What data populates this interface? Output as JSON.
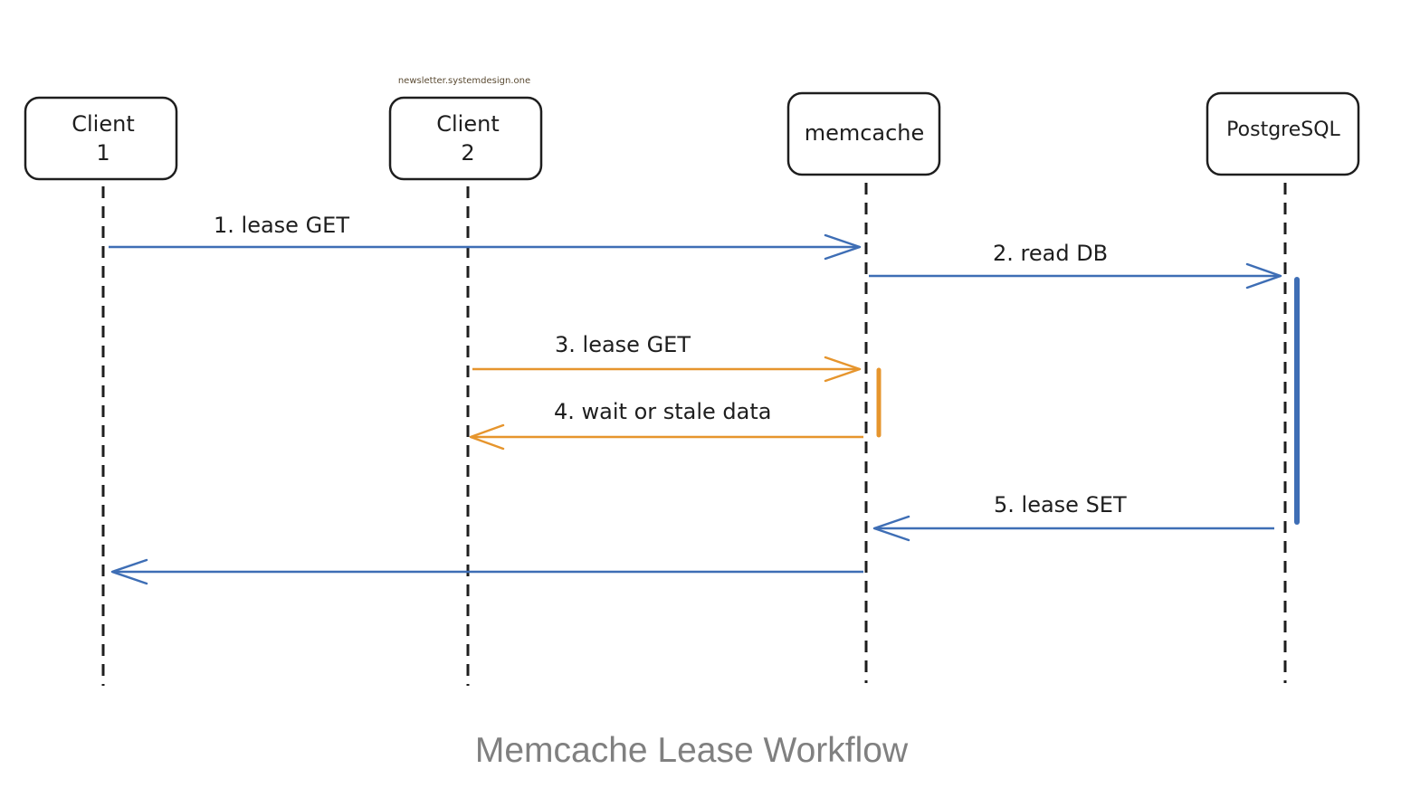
{
  "watermark": "newsletter.systemdesign.one",
  "caption": "Memcache Lease Workflow",
  "colors": {
    "blue": "#3e6eb5",
    "orange": "#e6952d",
    "ink": "#1e1e1e"
  },
  "participants": [
    {
      "id": "client1",
      "line1": "Client",
      "line2": "1"
    },
    {
      "id": "client2",
      "line1": "Client",
      "line2": "2"
    },
    {
      "id": "memcache",
      "line1": "memcache",
      "line2": ""
    },
    {
      "id": "postgres",
      "line1": "PostgreSQL",
      "line2": ""
    }
  ],
  "messages": [
    {
      "label": "1. lease GET",
      "from": "client1",
      "to": "memcache",
      "color": "blue"
    },
    {
      "label": "2. read DB",
      "from": "memcache",
      "to": "postgres",
      "color": "blue"
    },
    {
      "label": "3. lease GET",
      "from": "client2",
      "to": "memcache",
      "color": "orange"
    },
    {
      "label": "4. wait or stale data",
      "from": "memcache",
      "to": "client2",
      "color": "orange"
    },
    {
      "label": "5. lease SET",
      "from": "postgres",
      "to": "memcache",
      "color": "blue"
    },
    {
      "label": "",
      "from": "memcache",
      "to": "client1",
      "color": "blue"
    }
  ],
  "activations": [
    {
      "participant": "postgres",
      "color": "blue"
    },
    {
      "participant": "memcache",
      "color": "orange"
    }
  ]
}
